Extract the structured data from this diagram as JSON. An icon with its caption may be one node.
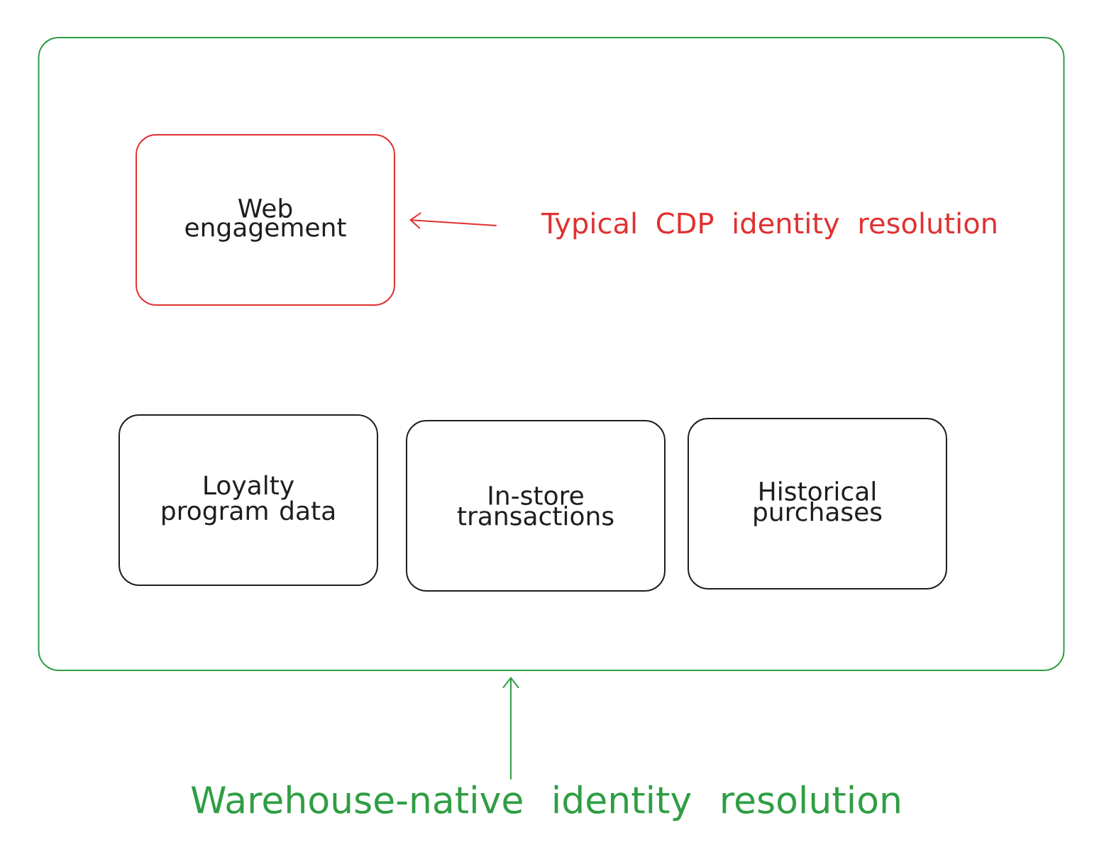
{
  "diagram": {
    "nodes": [
      {
        "text": [],
        "shape": "box"
      },
      {
        "text": [
          "Web engagement"
        ],
        "in": 0
      },
      {
        "text": [
          "Loyalty program data"
        ],
        "in": 0
      },
      {
        "text": [
          "In-store transactions"
        ],
        "in": 0
      },
      {
        "text": [
          "Historical purchases"
        ],
        "in": 0
      },
      {
        "text": [
          "Typical CDP identity resolution"
        ],
        "in": 0
      },
      {
        "text": [
          "Warehouse-native identity resolution"
        ]
      }
    ],
    "edges": [
      {
        "from": 5,
        "to": 1,
        "arrow": "to",
        "color": "#e03131"
      },
      {
        "from": 6,
        "to": 0,
        "arrow": "to",
        "color": "#2f9e44"
      }
    ]
  }
}
